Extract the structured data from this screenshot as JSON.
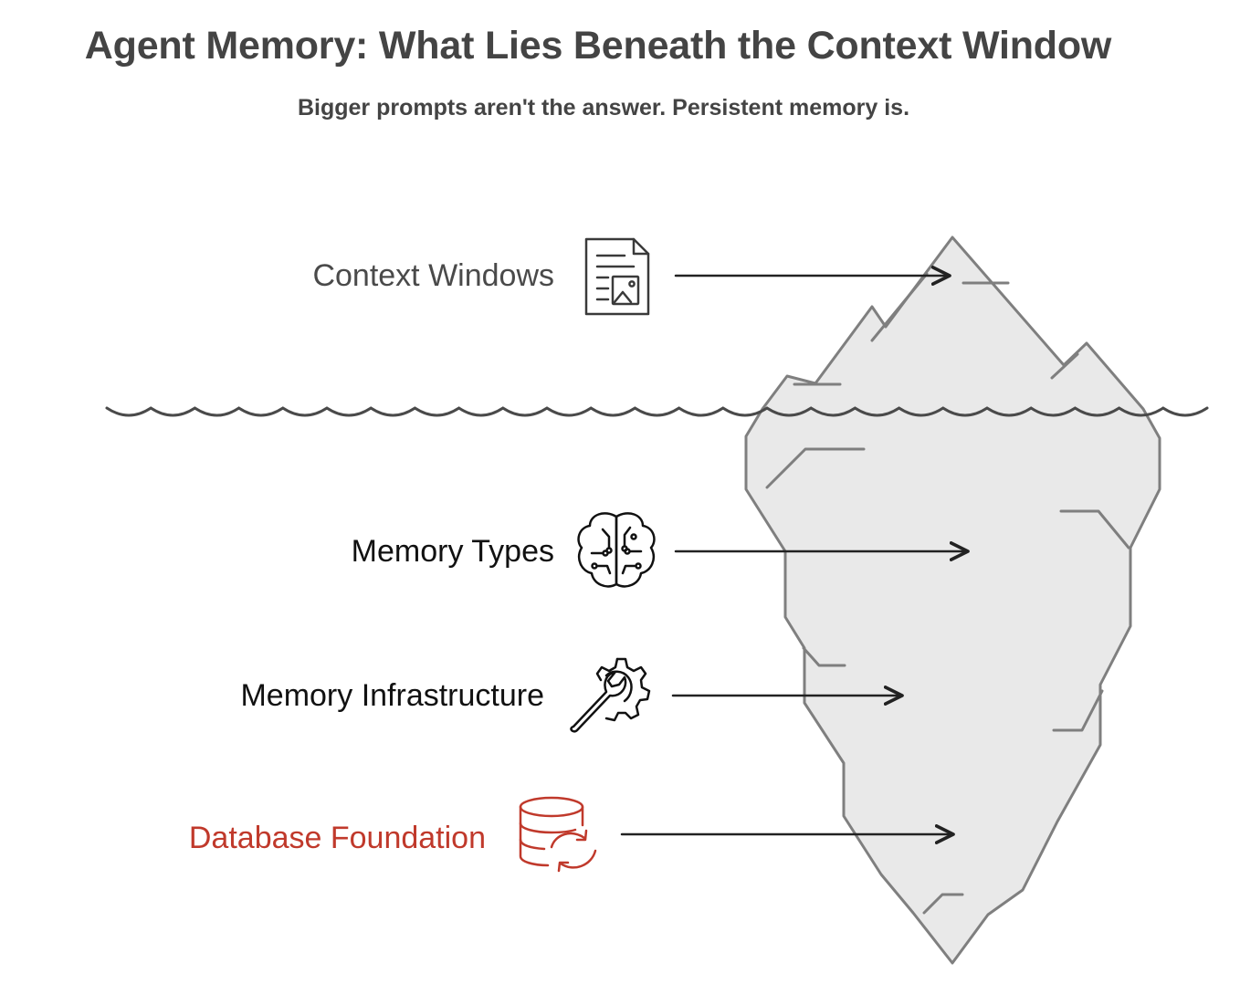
{
  "title": "Agent Memory: What Lies Beneath the Context Window",
  "subtitle": "Bigger prompts aren't the answer. Persistent memory is.",
  "colors": {
    "text": "#444444",
    "above_water_label": "#4a4a4a",
    "below_water_label": "#111111",
    "highlight": "#c0392b",
    "iceberg_fill": "#e9e9e9",
    "iceberg_stroke": "#7f7f7f",
    "water_line": "#4a4a4a",
    "arrow": "#222222"
  },
  "layers": [
    {
      "label": "Context Windows",
      "icon": "document-image-icon",
      "position": "above water"
    },
    {
      "label": "Memory Types",
      "icon": "brain-circuit-icon",
      "position": "below water"
    },
    {
      "label": "Memory Infrastructure",
      "icon": "gear-wrench-icon",
      "position": "below water"
    },
    {
      "label": "Database Foundation",
      "icon": "database-sync-icon",
      "position": "below water",
      "highlighted": true
    }
  ]
}
